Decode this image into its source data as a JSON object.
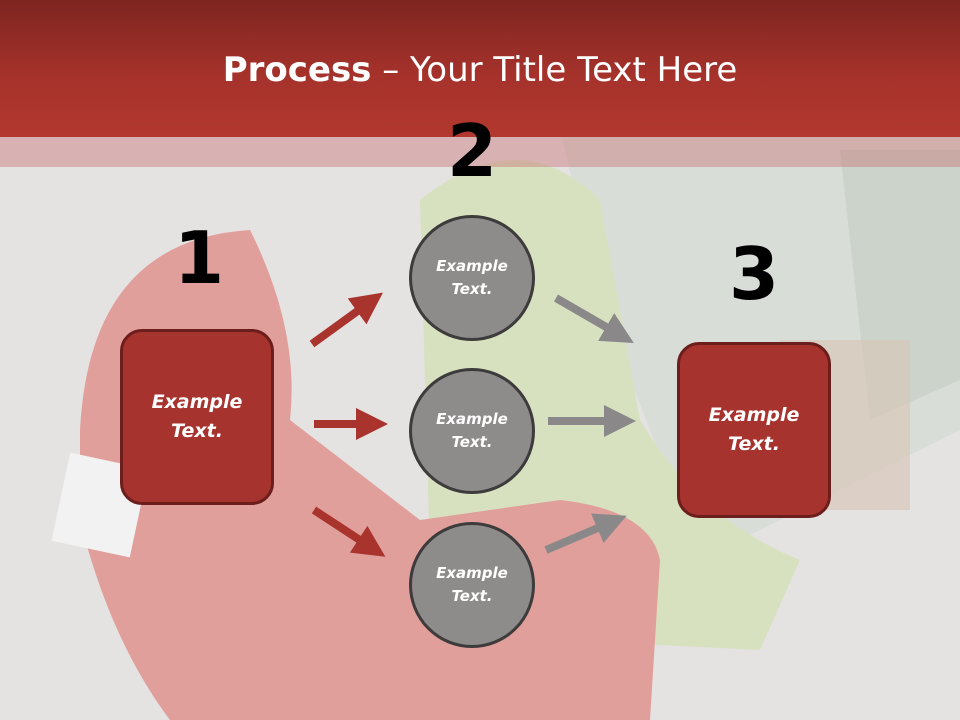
{
  "title": {
    "bold": "Process",
    "rest": " – Your Title Text Here"
  },
  "steps": [
    {
      "number": "1",
      "label": "Example\nText."
    },
    {
      "number": "2",
      "label": "Example\nText."
    },
    {
      "number": "3",
      "label": "Example\nText."
    }
  ],
  "circles": [
    {
      "label": "Example\nText."
    },
    {
      "label": "Example\nText."
    },
    {
      "label": "Example\nText."
    }
  ],
  "colors": {
    "header": "#a5322b",
    "box": "#a7332e",
    "box_border": "#6b1e1b",
    "circle": "#8e8b8b",
    "circle_border": "#3d3b3b",
    "arrow_red": "#a9332d",
    "arrow_grey": "#8a8888"
  }
}
